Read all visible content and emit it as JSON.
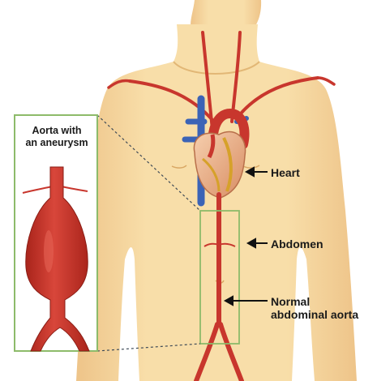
{
  "labels": {
    "heart": "Heart",
    "abdomen": "Abdomen",
    "aorta_line1": "Normal",
    "aorta_line2": "abdominal aorta",
    "aneurysm_line1": "Aorta with",
    "aneurysm_line2": "an aneurysm"
  },
  "colors": {
    "skin": "#f6d9a3",
    "skin_shadow": "#ebc27d",
    "artery": "#c8362d",
    "artery_dark": "#9f2219",
    "vein": "#3b63b6",
    "heart": "#efb48a",
    "inset_frame": "#8dbb6a"
  }
}
